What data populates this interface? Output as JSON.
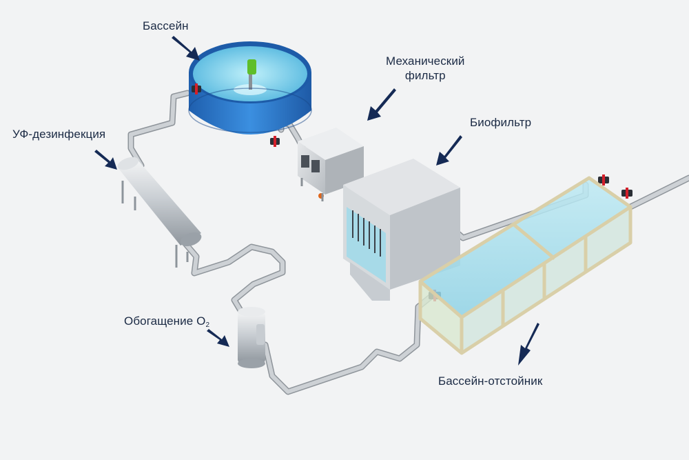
{
  "labels": {
    "pool": "Бассейн",
    "mech_filter_line1": "Механический",
    "mech_filter_line2": "фильтр",
    "biofilter": "Биофильтр",
    "uv": "УФ-дезинфекция",
    "oxygen": "Обогащение O",
    "oxygen_sub": "2",
    "settling": "Бассейн-отстойник"
  },
  "colors": {
    "background": "#f2f3f4",
    "arrow": "#152a55",
    "label": "#1b2a44",
    "pool_blue": "#2f7fd0",
    "water": "#7fd3ea",
    "pipe": "#b9bec4",
    "valve_red": "#d31f2a",
    "steel": "#cfd3d7"
  }
}
